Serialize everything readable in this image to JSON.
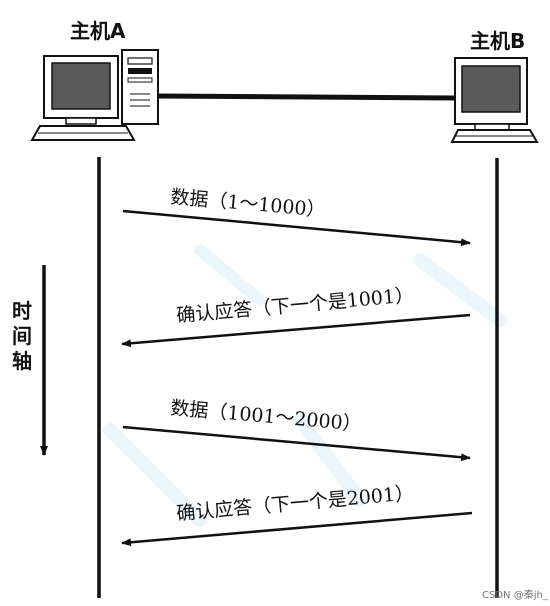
{
  "hosts": {
    "a": {
      "label": "主机A"
    },
    "b": {
      "label": "主机B"
    }
  },
  "messages": [
    {
      "label": "数据（1～1000）",
      "direction": "A-to-B"
    },
    {
      "label": "确认应答（下一个是1001）",
      "direction": "B-to-A"
    },
    {
      "label": "数据（1001～2000）",
      "direction": "A-to-B"
    },
    {
      "label": "确认应答（下一个是2001）",
      "direction": "B-to-A"
    }
  ],
  "time_axis": {
    "chars": [
      "时",
      "间",
      "轴"
    ]
  },
  "watermark": "CSDN @秦jh_",
  "colors": {
    "ink": "#111111",
    "screen": "#555555",
    "watermark_tint": "#cfe8f6"
  }
}
